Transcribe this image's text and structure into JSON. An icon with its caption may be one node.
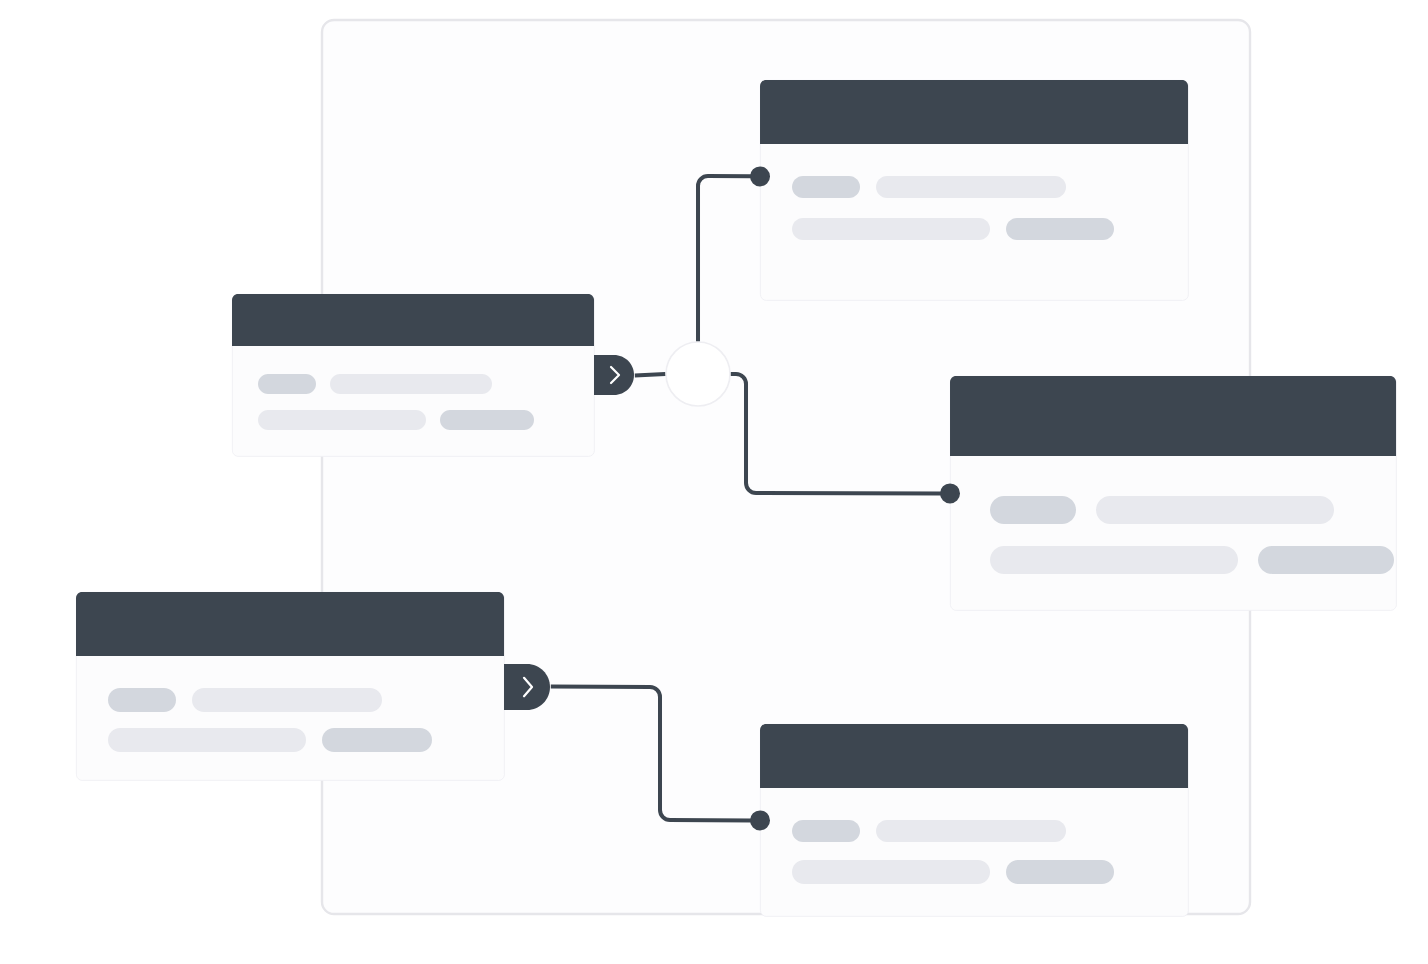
{
  "diagram": {
    "nodes": [
      {
        "text": [],
        "shape": "box"
      },
      {
        "text": [],
        "shape": "box"
      },
      {
        "text": [],
        "shape": "circle"
      },
      {
        "text": [],
        "shape": "box"
      },
      {
        "text": [],
        "shape": "box"
      },
      {
        "text": [],
        "shape": "box"
      }
    ],
    "edges": [
      {
        "from": 1,
        "to": 2,
        "arrow": "none"
      },
      {
        "from": 2,
        "to": 0,
        "arrow": "other"
      },
      {
        "from": 2,
        "to": 3,
        "arrow": "other"
      },
      {
        "from": 4,
        "to": 5,
        "arrow": "other"
      }
    ]
  }
}
